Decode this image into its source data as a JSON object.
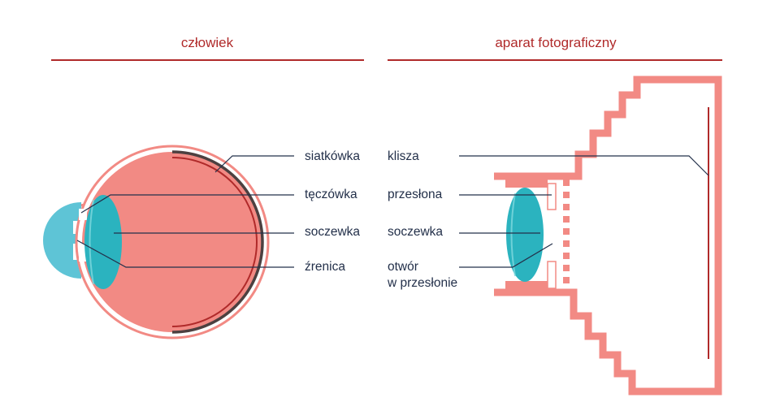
{
  "headings": {
    "human": "człowiek",
    "camera": "aparat fotograficzny"
  },
  "eye_labels": {
    "retina": "siatkówka",
    "iris": "tęczówka",
    "lens": "soczewka",
    "pupil": "źrenica"
  },
  "camera_labels": {
    "film": "klisza",
    "aperture": "przesłona",
    "lens": "soczewka",
    "aperture_opening_line1": "otwór",
    "aperture_opening_line2": "w przesłonie"
  },
  "colors": {
    "heading": "#b02a2a",
    "label": "#23304a",
    "eyeball": "#f28a84",
    "lens": "#2bb3bf",
    "cornea": "#5ec4d6",
    "retina": "#b02a2a",
    "choroid": "#4d4040",
    "camera_body": "#f28a84"
  }
}
